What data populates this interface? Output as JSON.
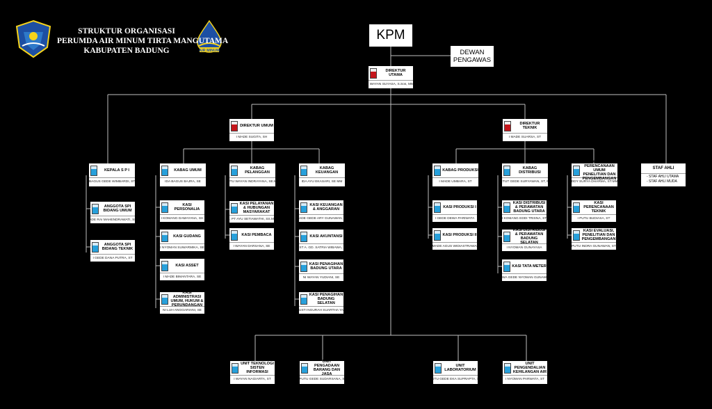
{
  "header": {
    "lines": [
      "STRUKTUR ORGANISASI",
      "PERUMDA AIR MINUM TIRTA MANGUTAMA",
      "KABUPATEN BADUNG"
    ],
    "logo_text": "AIR MINUM"
  },
  "kpm": "KPM",
  "dewan": [
    "DEWAN",
    "PENGAWAS"
  ],
  "nodes": [
    {
      "id": "dirut",
      "title": "DIREKTUR UTAMA",
      "name": "I WAYAN SUYASA, S.Sos, MM"
    },
    {
      "id": "dirum",
      "title": "DIREKTUR UMUM",
      "name": "I MADE SUGITA, SH"
    },
    {
      "id": "dirtek",
      "title": "DIREKTUR TEKNIK",
      "name": "I MADE SUARSA, ST"
    },
    {
      "id": "spi",
      "title": "KEPALA  S P I",
      "name": "IDA BAGUS GEDE WIMBARDI, ST.MM"
    },
    {
      "id": "spi_umum",
      "title": "ANGGOTA SPI BIDANG UMUM",
      "name": "NI MADE RAI MAHENDRAWATI, SE.MM"
    },
    {
      "id": "spi_teknik",
      "title": "ANGGOTA SPI BIDANG TEKNIK",
      "name": "I GEDE DANA PUTRA, ST"
    },
    {
      "id": "kabag_umum",
      "title": "KABAG UMUM",
      "name": "IDA BAGUS BAJRA, SE"
    },
    {
      "id": "kasi_personalia",
      "title": "KASI PERSONALIA",
      "name": "I KOMANG DAMAYANA, SH"
    },
    {
      "id": "kasi_gudang",
      "title": "KASI GUDANG",
      "name": "I NYOMAN SUWARMIKA, SE"
    },
    {
      "id": "kasi_asset",
      "title": "KASI ASSET",
      "name": "I MADE BIMANTARA, SE"
    },
    {
      "id": "kasi_adm",
      "title": "KASI ADMINISTRASI UMUM, HUKUM & PERUNDANGAN",
      "name": "NI LUH ANGGARIANI, SE"
    },
    {
      "id": "kabag_pelanggan",
      "title": "KABAG PELANGGAN",
      "name": "PUTU WAYAN INDRAYANA, SE.MM"
    },
    {
      "id": "kasi_hubpel",
      "title": "KASI PELAYANAN & HUBUNGAN MASYARAKAT",
      "name": "I.A. PT AYU SETIAWATHI, SS.M.Si"
    },
    {
      "id": "kasi_pembaca",
      "title": "KASI PEMBACA",
      "name": "I WAYAN DARSANA, SE"
    },
    {
      "id": "kabag_keuangan",
      "title": "KABAG KEUANGAN",
      "name": "IDA AYU EKASARI, SE MM"
    },
    {
      "id": "kasi_keuangan",
      "title": "KASI KEUANGAN & ANGGARAN",
      "name": "I MADE GEDE ARY GUNAWAN, SE"
    },
    {
      "id": "kasi_akuntansi",
      "title": "KASI AKUNTANSI",
      "name": "I GST A. GD. SATRIA WIBAWA, SE"
    },
    {
      "id": "kasi_tagih_utara",
      "title": "KASI PENAGIHAN BADUNG UTARA",
      "name": "NI WAYAN YUDIANI, SE"
    },
    {
      "id": "kasi_tagih_selatan",
      "title": "KASI PENAGIHAN BADUNG SELATAN",
      "name": "I GUSTI NGURAH SUARTHA YASA"
    },
    {
      "id": "kabag_produksi",
      "title": "KABAG PRODUKSI",
      "name": "I MADE UMBARA, ST"
    },
    {
      "id": "kasi_prod1",
      "title": "KASI PRODUKSI I",
      "name": "I GEDE DEWA PARIWATA"
    },
    {
      "id": "kasi_prod2",
      "title": "KASI PRODUKSI II",
      "name": "I MADE AGUS WIDIASTRAWAN"
    },
    {
      "id": "kabag_distribusi",
      "title": "KABAG DISTRIBUSI",
      "name": "I KETUT GEDE SURYAWAN, ST, M.SI"
    },
    {
      "id": "kasi_dist_utara",
      "title": "KASI DISTRIBUSI & PERAWATAN BADUNG UTARA",
      "name": "I KOMANG EDDI TRISNA, ST"
    },
    {
      "id": "kasi_dist_selatan",
      "title": "KASI DISTRIBUSI & PERAWATAN BADUNG SELATAN",
      "name": "I NYOMAN GUNAYASA"
    },
    {
      "id": "kasi_tata_meter",
      "title": "KASI TATA METER",
      "name": "DEWA GEDE NYOMAN GUNAWAN"
    },
    {
      "id": "kabag_perencanaan",
      "title": "KABAG PERENCANAAN UMUM PENELITIAN DAN PENGEMBANGAN",
      "name": "EDDY SURYA DHARMA, ST.MMT"
    },
    {
      "id": "kasi_perencanaan",
      "title": "KASI PERENCANAAN TEKNIK",
      "name": "I PUTU BUDIASA, ST"
    },
    {
      "id": "kasi_evaluasi",
      "title": "KASI EVALUASI, PENELITIAN DAN PENGEMBANGAN",
      "name": "PUTU INDRA GUNAWAN, ST"
    },
    {
      "id": "unit_ti",
      "title": "UNIT TEKNOLOGI SISTEN INFORMASI",
      "name": "I WAYAN NAGIARTA, ST"
    },
    {
      "id": "unit_pengadaan",
      "title": "UNIT PENGADAAN BARANG DAN JASA",
      "name": "I PUTU GEDE SUDARSANA, ST"
    },
    {
      "id": "unit_lab",
      "title": "UNIT LABORATORIUM",
      "name": "PUTU GEDE EKA SUPRAPTA, ST"
    },
    {
      "id": "unit_kehilangan",
      "title": "UNIT PENGENDALIAN KEHILANGAN AIR",
      "name": "I NYOMAN PARWATA, ST"
    }
  ],
  "staf_ahli": {
    "title": "STAF AHLI",
    "items": [
      "- STAF AHLI UTAMA",
      "- STAF AHLI MUDA"
    ]
  },
  "colors": {
    "background": "#000000",
    "box": "#ffffff",
    "line": "#bfbfbf",
    "photo_director": "#c4161c",
    "photo_staff": "#27a0db"
  }
}
